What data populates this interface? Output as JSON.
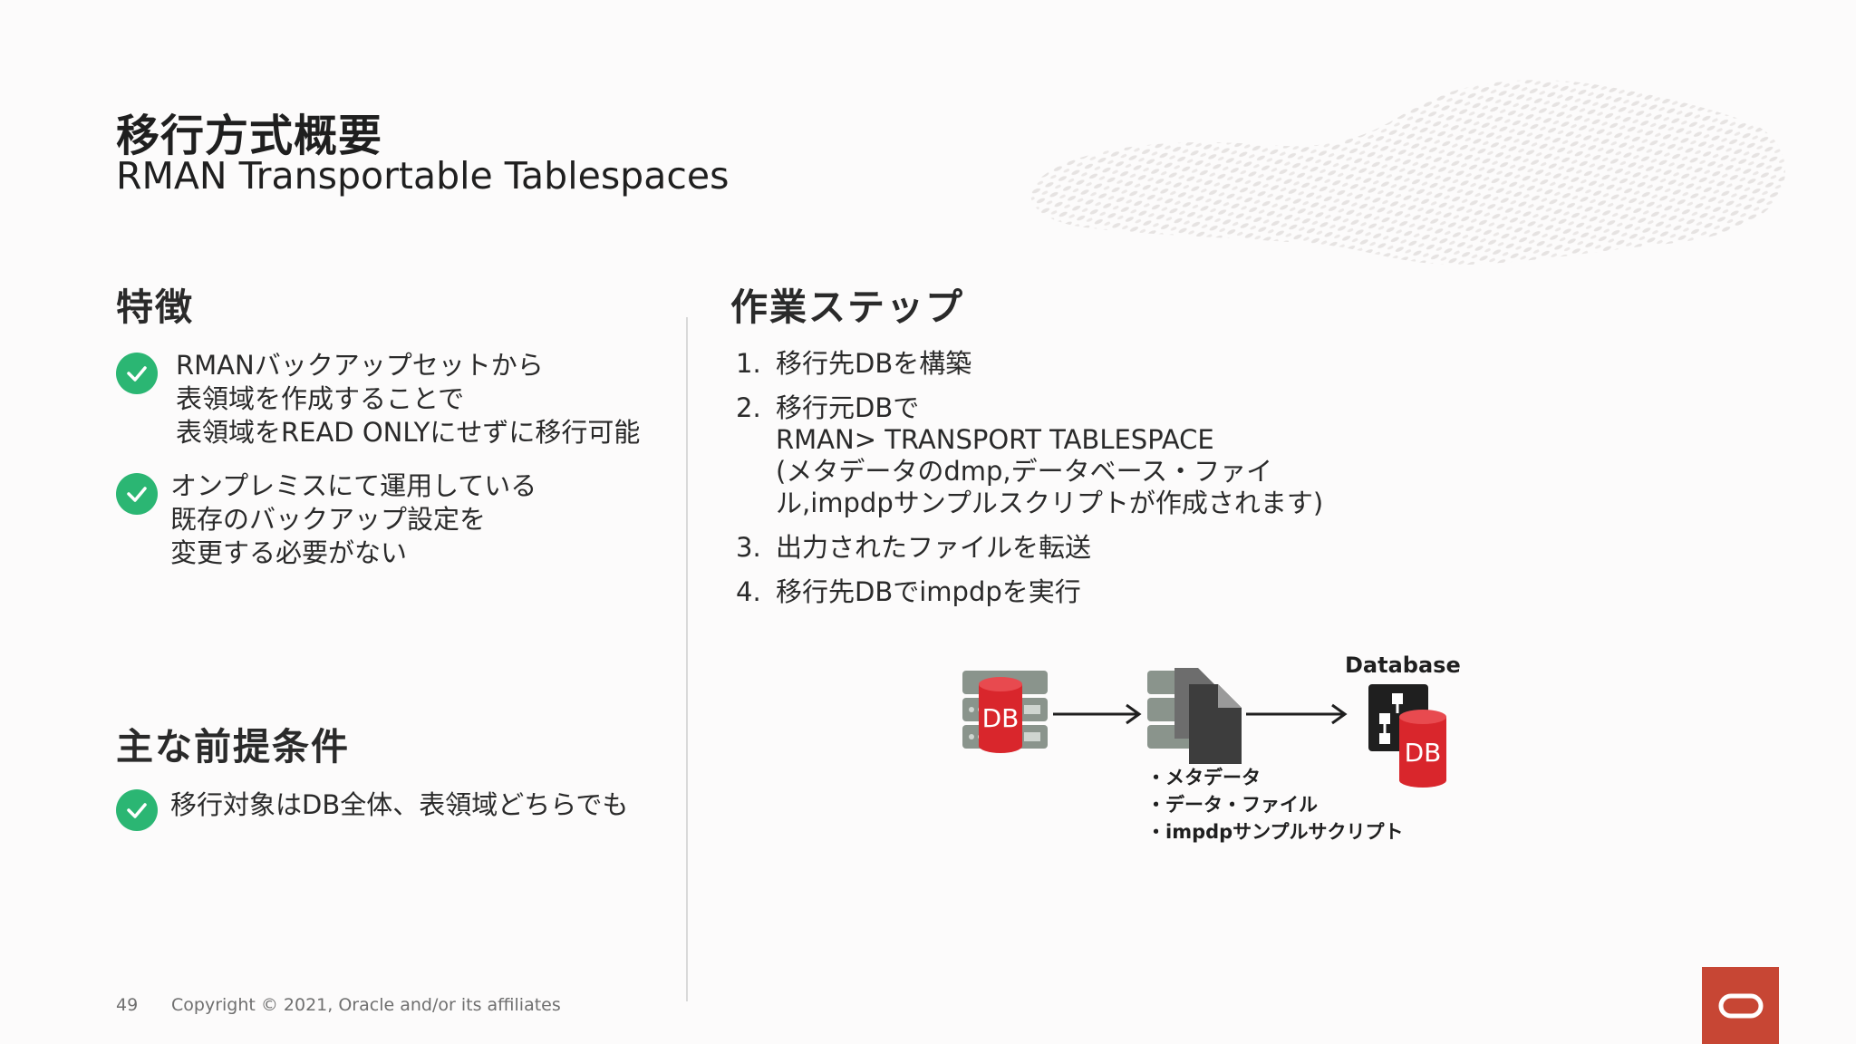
{
  "slide": {
    "title": "移行方式概要",
    "subtitle": "RMAN Transportable Tablespaces",
    "page_number": "49",
    "copyright": "Copyright © 2021, Oracle and/or its affiliates"
  },
  "features": {
    "heading": "特徴",
    "items": [
      "RMANバックアップセットから\n表領域を作成することで\n表領域をREAD ONLYにせずに移行可能",
      "オンプレミスにて運用している\n既存のバックアップ設定を\n変更する必要がない"
    ]
  },
  "prerequisites": {
    "heading": "主な前提条件",
    "items": [
      "移行対象はDB全体、表領域どちらでも"
    ]
  },
  "steps": {
    "heading": "作業ステップ",
    "items": [
      {
        "num": "1.",
        "text": "移行先DBを構築"
      },
      {
        "num": "2.",
        "text": "移行元DBで\nRMAN> TRANSPORT TABLESPACE\n(メタデータのdmp,データベース・ファイ\nル,impdpサンプルスクリプトが作成されます)"
      },
      {
        "num": "3.",
        "text": "出力されたファイルを転送"
      },
      {
        "num": "4.",
        "text": "移行先DBでimpdpを実行"
      }
    ]
  },
  "diagram": {
    "source_db_label": "DB",
    "target_db_label": "DB",
    "target_title": "Database",
    "outputs": [
      "・メタデータ",
      "・データ・ファイル",
      "・impdpサンプルサクリプト"
    ],
    "icons": [
      "server-db-icon",
      "arrow-right-icon",
      "files-icon",
      "arrow-right-icon",
      "database-icon"
    ],
    "colors": {
      "db_red": "#d9262c",
      "server_gray": "#8a948c",
      "file_dark": "#3d3d3d",
      "check_green": "#2bb673",
      "oracle_red": "#c74634"
    }
  }
}
